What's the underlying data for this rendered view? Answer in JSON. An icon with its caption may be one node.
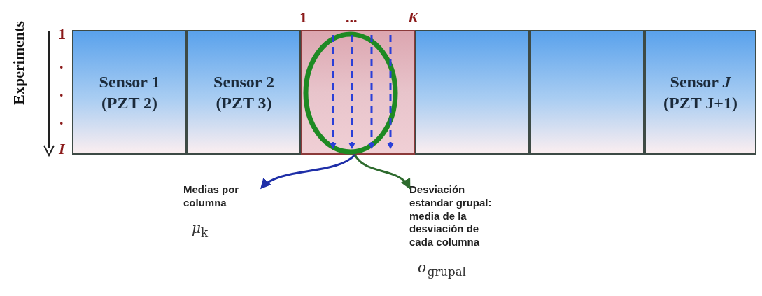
{
  "diagram": {
    "nodes": [
      {
        "text": [
          "Sensor 1 (PZT 2)"
        ]
      },
      {
        "text": [
          "Sensor 2 (PZT 3)"
        ]
      },
      {
        "text": [],
        "shape": "box"
      },
      {
        "text": [],
        "shape": "circle",
        "in": 2
      },
      {
        "text": [],
        "shape": "box"
      },
      {
        "text": [],
        "shape": "box"
      },
      {
        "text": [
          "Sensor *J* (PZT J+1)"
        ]
      },
      {
        "text": [
          "Medias por columna",
          "*μ*$_{k}$"
        ]
      },
      {
        "text": [
          "Desviación estandar grupal: media de la desviación de cada columna",
          "*σ*$_{grupal}$"
        ]
      }
    ],
    "edges": [
      {
        "from": 2,
        "to": 7,
        "arrow": "to",
        "color": "#1f2fa8"
      },
      {
        "from": 3,
        "to": 8,
        "arrow": "to",
        "color": "#2e6b2e"
      }
    ],
    "labels": [
      "1",
      "...",
      "K",
      "Experiments",
      "1",
      ".",
      ".",
      ".",
      "I"
    ]
  }
}
